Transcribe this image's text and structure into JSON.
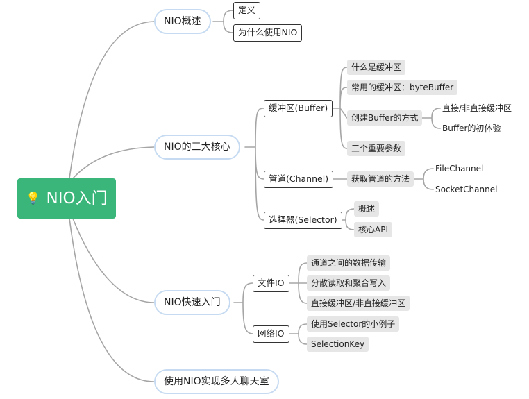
{
  "colors": {
    "root_bg": "#3bb67b",
    "line": "#a5a5a5",
    "l1_border": "#c6dbf1"
  },
  "root": {
    "icon": "lightbulb-icon",
    "label": "NIO入门"
  },
  "overview": {
    "label": "NIO概述",
    "children": [
      "定义",
      "为什么使用NIO"
    ]
  },
  "three_cores": {
    "label": "NIO的三大核心",
    "buffer": {
      "label": "缓冲区(Buffer)",
      "items": [
        "什么是缓冲区",
        "常用的缓冲区：byteBuffer",
        "创建Buffer的方式",
        "三个重要参数"
      ],
      "create_ways": [
        "直接/非直接缓冲区",
        "Buffer的初体验"
      ]
    },
    "channel": {
      "label": "管道(Channel)",
      "get_methods": "获取管道的方法",
      "types": [
        "FileChannel",
        "SocketChannel"
      ]
    },
    "selector": {
      "label": "选择器(Selector)",
      "items": [
        "概述",
        "核心API"
      ]
    }
  },
  "quick_start": {
    "label": "NIO快速入门",
    "file_io": {
      "label": "文件IO",
      "items": [
        "通道之间的数据传输",
        "分散读取和聚合写入",
        "直接缓冲区/非直接缓冲区"
      ]
    },
    "network_io": {
      "label": "网络IO",
      "items": [
        "使用Selector的小例子",
        "SelectionKey"
      ]
    }
  },
  "chat": {
    "label": "使用NIO实现多人聊天室"
  }
}
